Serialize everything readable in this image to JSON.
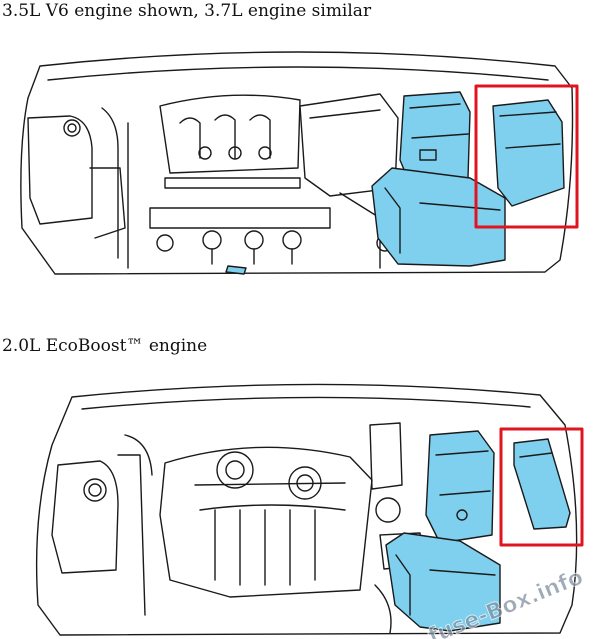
{
  "captions": {
    "v6": "3.5L V6 engine shown, 3.7L engine similar",
    "ecoboost": "2.0L EcoBoost™ engine"
  },
  "watermark": "fuse-Box.info",
  "colors": {
    "component_fill": "#7fd0ef",
    "highlight_box": "#e0141e",
    "line": "#1a1a1a"
  }
}
